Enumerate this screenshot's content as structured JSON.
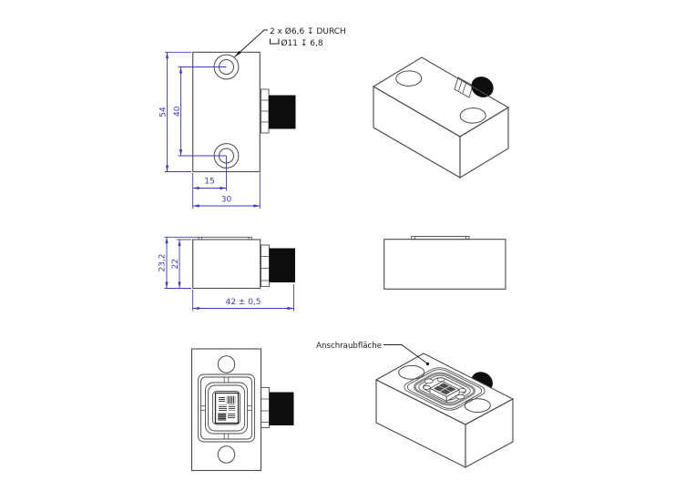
{
  "drawing_texts": {
    "callout_line1": "2 x Ø6,6 ↧ DURCH",
    "callout_line2": "Ø11 ↧ 6,8",
    "mounting_surface_label": "Anschraubfläche",
    "front_dims": {
      "overall_height": "54",
      "hole_spacing": "40",
      "hole_offset": "15",
      "overall_width": "30"
    },
    "top_dims": {
      "overall_depth": "23,2",
      "body_depth": "22",
      "overall_length": "42 ± 0,5"
    }
  },
  "symbols": {
    "counterbore": "⌴",
    "depth": "↧",
    "diameter": "Ø"
  },
  "colors": {
    "dimension_blue": "#3a3ac4",
    "edge_gray": "#4a4a4a",
    "connector_black": "#0e0e0e",
    "hatch_gray": "#5a5a5a",
    "background": "#ffffff"
  }
}
